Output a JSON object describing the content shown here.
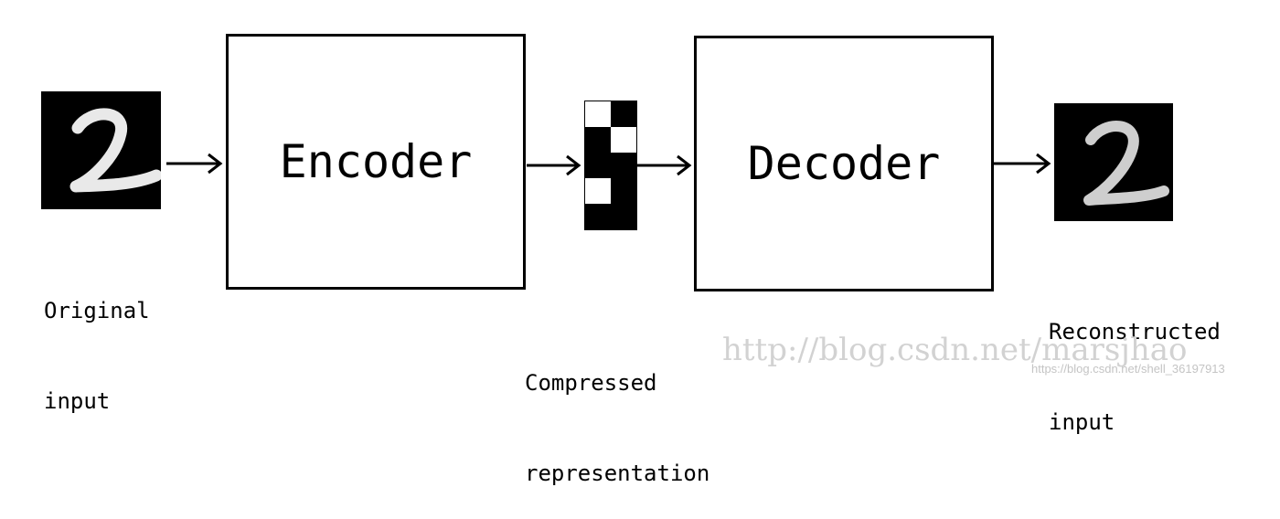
{
  "encoder": {
    "label": "Encoder"
  },
  "decoder": {
    "label": "Decoder"
  },
  "original_input": {
    "line1": "Original",
    "line2": "input"
  },
  "compressed": {
    "line1": "Compressed",
    "line2": "representation"
  },
  "reconstructed": {
    "line1": "Reconstructed",
    "line2": "input"
  },
  "code_pattern": [
    "wb",
    "bw",
    "bb",
    "wb",
    "bb"
  ],
  "watermark": {
    "main": "http://blog.csdn.net/marsjhao",
    "small": "https://blog.csdn.net/shell_36197913"
  }
}
